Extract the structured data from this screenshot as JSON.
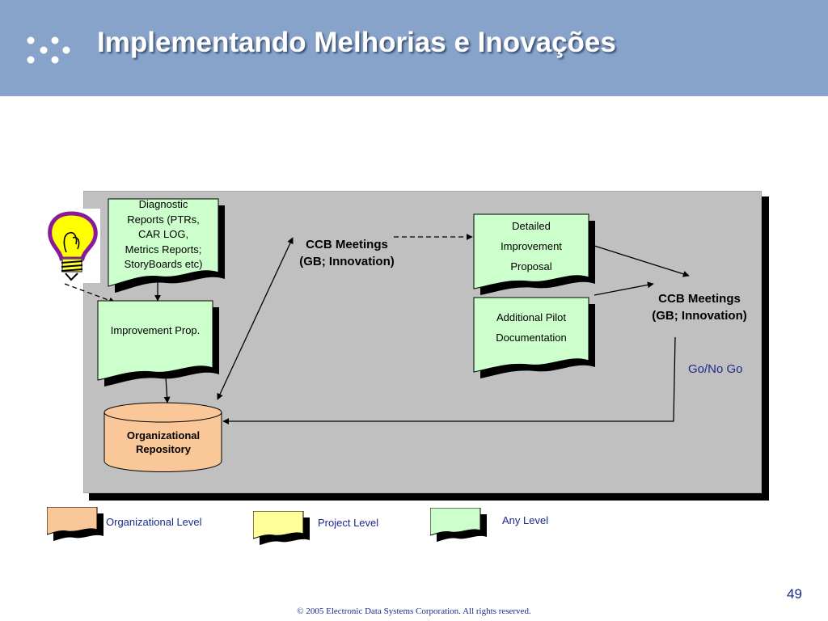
{
  "title": "Implementando Melhorias e Inovações",
  "diagram": {
    "diagnostic_doc": [
      "Diagnostic",
      "Reports (PTRs,",
      "CAR LOG,",
      "Metrics Reports;",
      "StoryBoards etc)"
    ],
    "improvement_prop": "Improvement Prop.",
    "repository": [
      "Organizational",
      "Repository"
    ],
    "ccb_left": [
      "CCB Meetings",
      "(GB; Innovation)"
    ],
    "detailed_doc": [
      "Detailed",
      "Improvement",
      "Proposal"
    ],
    "pilot_doc": [
      "Additional Pilot",
      "Documentation"
    ],
    "ccb_right": [
      "CCB Meetings",
      "(GB; Innovation)"
    ],
    "go_no_go": "Go/No Go"
  },
  "legend": {
    "organizational": "Organizational Level",
    "project": "Project Level",
    "any": "Any Level"
  },
  "colors": {
    "header": "#87a3c9",
    "panel": "#c0c0c0",
    "organizational": "#fac898",
    "project": "#ffff99",
    "any": "#ccffcc"
  },
  "page_number": "49",
  "footer": "© 2005 Electronic Data Systems Corporation. All rights reserved."
}
